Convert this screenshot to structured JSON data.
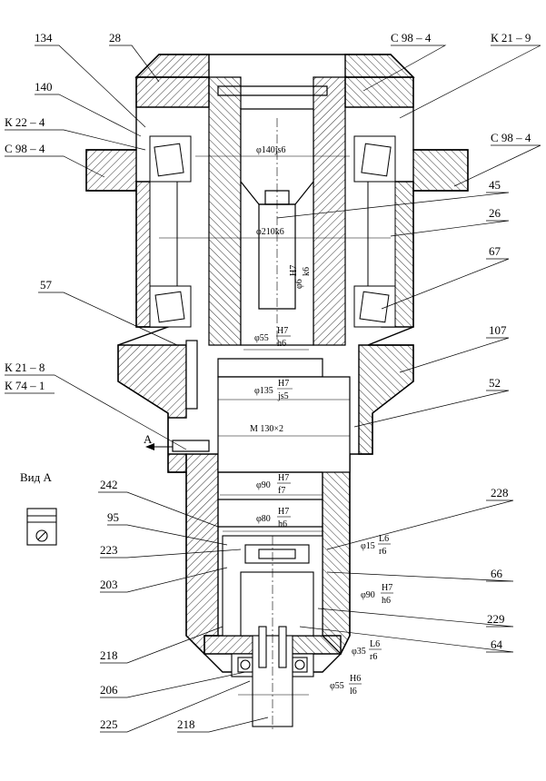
{
  "drawing": {
    "callouts_left": [
      {
        "id": "134",
        "text": "134"
      },
      {
        "id": "140",
        "text": "140"
      },
      {
        "id": "k22-4",
        "text": "К 22 – 4"
      },
      {
        "id": "c98-4-left",
        "text": "С 98 – 4"
      },
      {
        "id": "57",
        "text": "57"
      },
      {
        "id": "k21-8",
        "text": "К 21 – 8"
      },
      {
        "id": "k74-1",
        "text": "К 74 – 1"
      },
      {
        "id": "242",
        "text": "242"
      },
      {
        "id": "95",
        "text": "95"
      },
      {
        "id": "223",
        "text": "223"
      },
      {
        "id": "203",
        "text": "203"
      },
      {
        "id": "218a",
        "text": "218"
      },
      {
        "id": "206",
        "text": "206"
      },
      {
        "id": "225",
        "text": "225"
      },
      {
        "id": "218b",
        "text": "218"
      }
    ],
    "callouts_top": [
      {
        "id": "28",
        "text": "28"
      },
      {
        "id": "c98-4-top",
        "text": "С 98 – 4"
      },
      {
        "id": "k21-9",
        "text": "К 21 – 9"
      }
    ],
    "callouts_right": [
      {
        "id": "c98-4-right",
        "text": "С 98 – 4"
      },
      {
        "id": "45",
        "text": "45"
      },
      {
        "id": "26",
        "text": "26"
      },
      {
        "id": "67",
        "text": "67"
      },
      {
        "id": "107",
        "text": "107"
      },
      {
        "id": "52",
        "text": "52"
      },
      {
        "id": "228",
        "text": "228"
      },
      {
        "id": "66",
        "text": "66"
      },
      {
        "id": "229",
        "text": "229"
      },
      {
        "id": "64",
        "text": "64"
      }
    ],
    "view_label": "Вид А",
    "arrow_label": "А",
    "dimensions": {
      "d140": "φ140js6",
      "d210": "φ210k6",
      "d6_base": "φ6",
      "d6_fit": "H7",
      "d6_fit2": "k6",
      "d55_base": "φ55",
      "d55_num": "H7",
      "d55_den": "h6",
      "d135_base": "φ135",
      "d135_num": "H7",
      "d135_den": "js5",
      "m130": "M 130×2",
      "d90_base": "φ90",
      "d90_num": "H7",
      "d90_den": "f7",
      "d80_base": "φ80",
      "d80_num": "H7",
      "d80_den": "h6",
      "d15_base": "φ15",
      "d15_num": "L6",
      "d15_den": "r6",
      "d90b_base": "φ90",
      "d90b_num": "H7",
      "d90b_den": "h6",
      "d35_base": "φ35",
      "d35_num": "L6",
      "d35_den": "r6",
      "d55b_base": "φ55",
      "d55b_num": "H6",
      "d55b_den": "l6"
    }
  }
}
